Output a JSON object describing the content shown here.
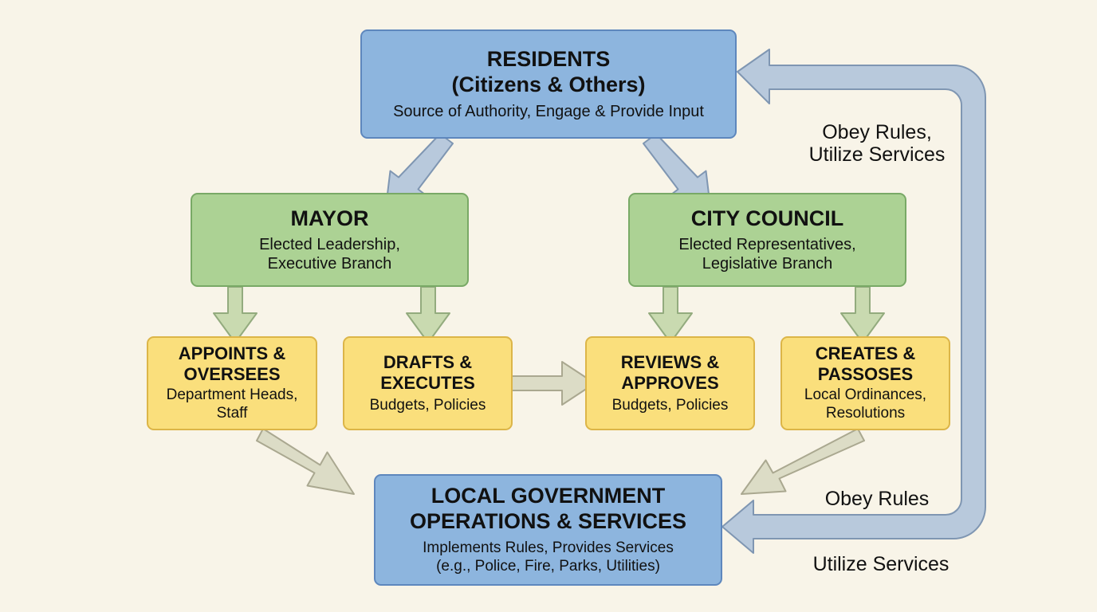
{
  "nodes": {
    "residents": {
      "title_1": "RESIDENTS",
      "title_2": "(Citizens & Others)",
      "desc": "Source of Authority, Engage & Provide Input"
    },
    "mayor": {
      "title": "MAYOR",
      "desc_1": "Elected Leadership,",
      "desc_2": "Executive Branch"
    },
    "council": {
      "title": "CITY COUNCIL",
      "desc_1": "Elected Representatives,",
      "desc_2": "Legislative Branch"
    },
    "appoints": {
      "title_1": "APPOINTS &",
      "title_2": "OVERSEES",
      "desc_1": "Department Heads,",
      "desc_2": "Staff"
    },
    "drafts": {
      "title_1": "DRAFTS &",
      "title_2": "EXECUTES",
      "desc": "Budgets, Policies"
    },
    "reviews": {
      "title_1": "REVIEWS &",
      "title_2": "APPROVES",
      "desc": "Budgets, Policies"
    },
    "creates": {
      "title_1": "CREATES &",
      "title_2": "PASSOSES",
      "desc_1": "Local Ordinances,",
      "desc_2": "Resolutions"
    },
    "operations": {
      "title_1": "LOCAL GOVERNMENT",
      "title_2": "OPERATIONS & SERVICES",
      "desc_1": "Implements Rules, Provides Services",
      "desc_2": "(e.g., Police, Fire, Parks, Utilities)"
    }
  },
  "edge_labels": {
    "top_1": "Obey Rules,",
    "top_2": "Utilize Services",
    "obey": "Obey Rules",
    "utilize": "Utilize Services"
  },
  "colors": {
    "blue_fill": "#8db5de",
    "green_fill": "#acd294",
    "yellow_fill": "#fadf7c",
    "blue_arrow": "#b8c9dc",
    "green_arrow": "#c9dab0",
    "tan_arrow": "#dcdcc6"
  }
}
